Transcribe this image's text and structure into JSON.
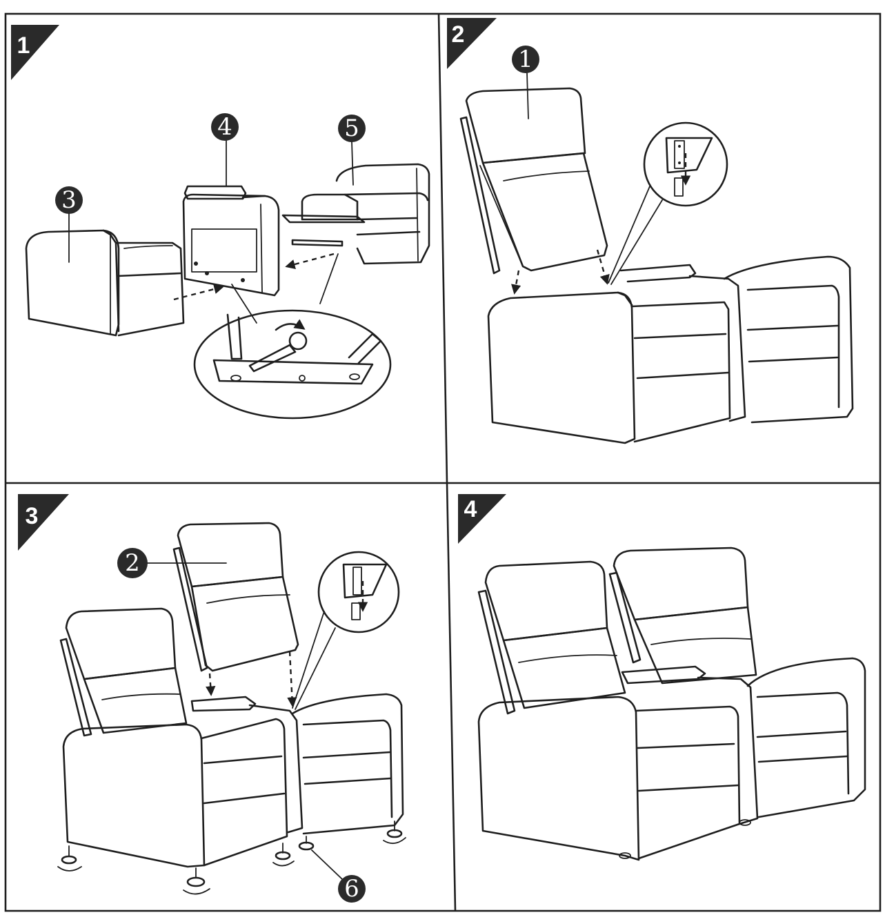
{
  "steps": [
    {
      "label": "1"
    },
    {
      "label": "2"
    },
    {
      "label": "3"
    },
    {
      "label": "4"
    }
  ],
  "parts": {
    "part_1": "1",
    "part_2": "2",
    "part_3": "3",
    "part_4": "4",
    "part_5": "5",
    "part_6": "6"
  }
}
